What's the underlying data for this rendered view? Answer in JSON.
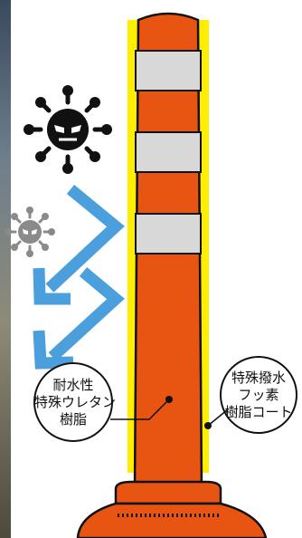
{
  "labels": {
    "left_line1": "耐水性",
    "left_line2": "特殊ウレタン",
    "left_line3": "樹脂",
    "right_line1": "特殊撥水",
    "right_line2": "フッ素",
    "right_line3": "樹脂コート"
  },
  "colors": {
    "post_orange": "#e85512",
    "yellow_coat": "#ffee00",
    "reflective_band": "#d8d8d8",
    "arrow_blue": "#4a9fdc",
    "virus_dark": "#111111",
    "virus_gray": "#8a8a8a"
  },
  "icons": [
    "virus-icon-large",
    "virus-icon-small",
    "blue-arrow-icon-upper",
    "blue-arrow-icon-lower"
  ]
}
